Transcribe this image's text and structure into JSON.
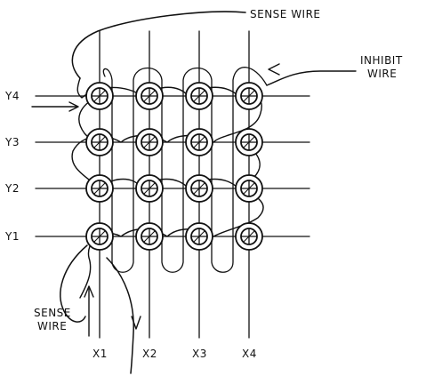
{
  "labels": {
    "sense_wire_top": "SENSE WIRE",
    "inhibit_line1": "INHIBIT",
    "inhibit_line2": "WIRE",
    "sense_bottom_line1": "SENSE",
    "sense_bottom_line2": "WIRE"
  },
  "rows": [
    "Y4",
    "Y3",
    "Y2",
    "Y1"
  ],
  "columns": [
    "X1",
    "X2",
    "X3",
    "X4"
  ],
  "ink_color": "#111111"
}
